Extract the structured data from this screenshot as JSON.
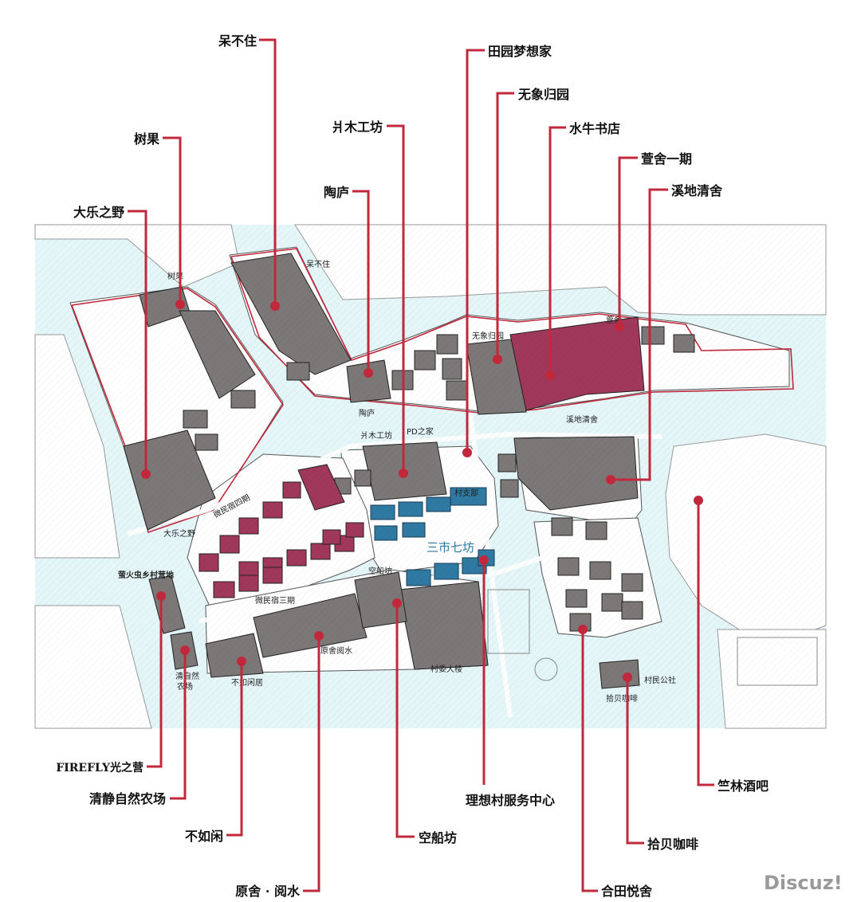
{
  "colors": {
    "background": "#ffffff",
    "plan_fill": "#e4f6f8",
    "building_gray": "#7d7878",
    "building_red": "#a0385c",
    "building_blue": "#2f7aa3",
    "leader_red": "#c2283c",
    "outline": "#333333"
  },
  "callouts": [
    {
      "id": "caibuzhu",
      "label": "呆不住"
    },
    {
      "id": "tianyuan",
      "label": "田园梦想家"
    },
    {
      "id": "wuxiang",
      "label": "无象归园"
    },
    {
      "id": "shuguo",
      "label": "树果"
    },
    {
      "id": "shuniu",
      "label": "水牛书店"
    },
    {
      "id": "jimu",
      "label": "爿木工坊"
    },
    {
      "id": "xuanshe",
      "label": "萱舍一期"
    },
    {
      "id": "xidi",
      "label": "溪地清舍"
    },
    {
      "id": "taolu",
      "label": "陶庐"
    },
    {
      "id": "dale",
      "label": "大乐之野"
    },
    {
      "id": "sulin",
      "label": "竺林酒吧"
    },
    {
      "id": "firefly",
      "label": "FIREFLY光之营"
    },
    {
      "id": "qingjing",
      "label": "清静自然农场"
    },
    {
      "id": "lixiang",
      "label": "理想村服务中心"
    },
    {
      "id": "buru",
      "label": "不如闲"
    },
    {
      "id": "kongchuan",
      "label": "空船坊"
    },
    {
      "id": "shibei",
      "label": "拾贝咖啡"
    },
    {
      "id": "yuanshe",
      "label": "原舍 · 阅水"
    },
    {
      "id": "hetian",
      "label": "合田悦舍"
    }
  ],
  "map_labels": {
    "shuguo": "树果",
    "caibuzhu": "呆不住",
    "wuxiang": "无象归园",
    "xuanshe": "萱舍",
    "taolu": "陶庐",
    "xidi": "溪地清舍",
    "jimu": "爿木工坊",
    "pd": "PD之家",
    "cunzhibu": "村支部",
    "dale": "大乐之野",
    "weiminsu4": "微民宿四期",
    "weiminsu3": "微民宿三期",
    "sanshi": "三市七坊",
    "kongchuan": "空船坊",
    "yingyuan": "萤火虫乡村营地",
    "qingjing_a": "清自然",
    "qingjing_b": "农场",
    "buru": "不如闲居",
    "yuanshe": "原舍阅水",
    "cunwei": "村委大楼",
    "cunmin": "村民公社",
    "shibei": "拾贝咖啡"
  },
  "watermark": "Discuz!"
}
